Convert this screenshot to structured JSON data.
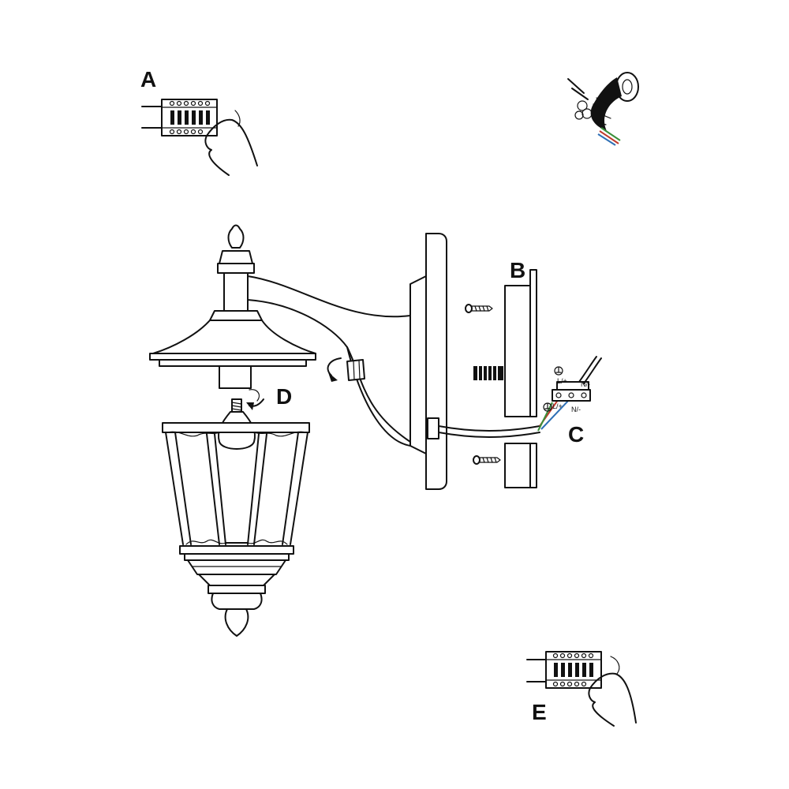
{
  "steps": {
    "a": "A",
    "b": "B",
    "c": "C",
    "d": "D",
    "e": "E"
  },
  "wire_labels": {
    "live_top": "L/+",
    "neutral_top": "N/-",
    "live_bottom": "L/+",
    "neutral_bottom": "N/-"
  },
  "colors": {
    "line": "#111111",
    "background": "#ffffff",
    "wire_red": "#c0392b",
    "wire_blue": "#2e6fb5",
    "wire_green": "#3a8f3a",
    "wire_brown": "#7a4a2a"
  },
  "icons": [
    "fuse-box-off-icon",
    "insulation-tape-icon",
    "screwdriver-screw-icon",
    "fuse-box-on-icon",
    "rotate-arrow-icon",
    "earth-symbol-icon"
  ]
}
